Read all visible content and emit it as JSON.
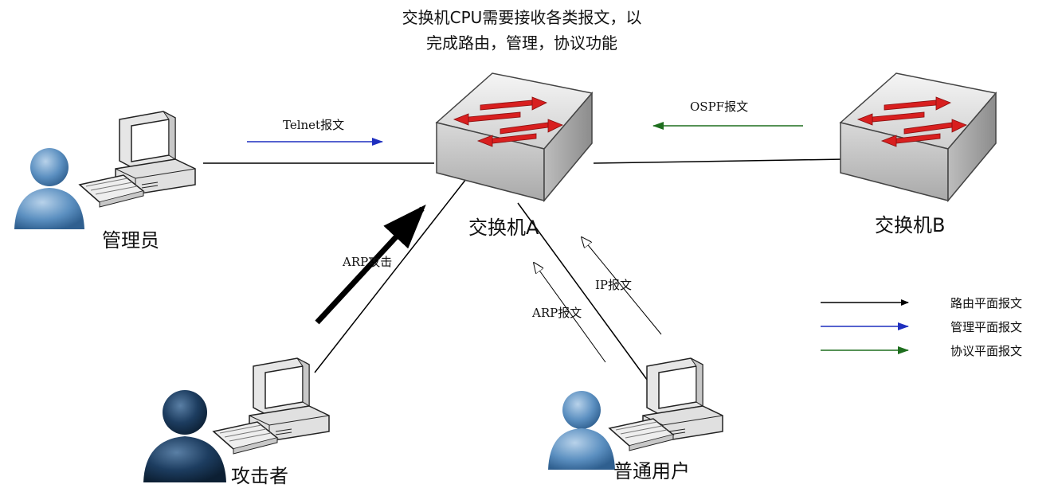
{
  "note": "交换机CPU需要接收各类报文，以完成路由，管理，协议功能",
  "nodes": {
    "admin": "管理员",
    "switch_a": "交换机A",
    "switch_b": "交换机B",
    "attacker": "攻击者",
    "normal_user": "普通用户"
  },
  "edge_labels": {
    "telnet": "Telnet报文",
    "ospf": "OSPF报文",
    "arp_attack": "ARP攻击",
    "ip": "IP报文",
    "arp": "ARP报文"
  },
  "legend": [
    {
      "label": "路由平面报文",
      "color": "#000000"
    },
    {
      "label": "管理平面报文",
      "color": "#1f2fbf"
    },
    {
      "label": "协议平面报文",
      "color": "#1e6e1e"
    }
  ],
  "colors": {
    "route": "#000000",
    "manage": "#1f2fbf",
    "protocol": "#1e6e1e",
    "switch_arrow": "#d81f1f"
  }
}
